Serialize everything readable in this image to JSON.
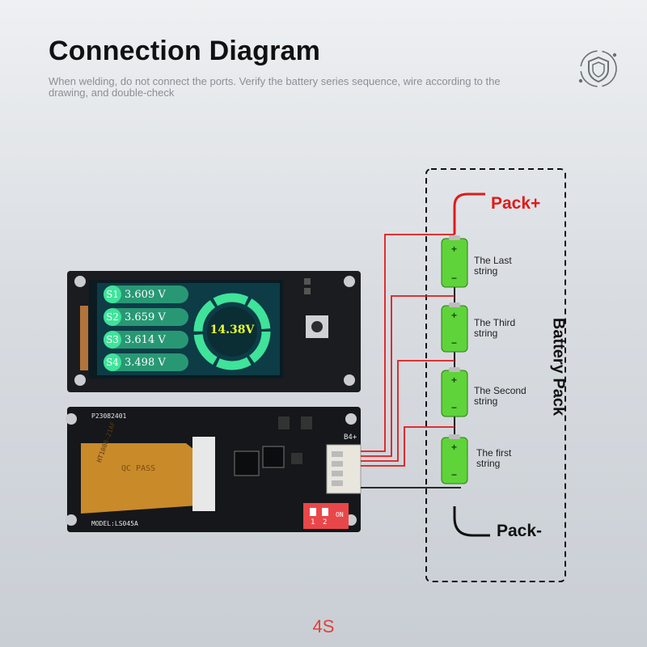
{
  "header": {
    "title": "Connection Diagram",
    "subtitle": "When welding, do not connect the ports. Verify the battery series sequence, wire according to the drawing, and double-check"
  },
  "display": {
    "cells": [
      {
        "tag": "S1",
        "value": "3.609 V"
      },
      {
        "tag": "S2",
        "value": "3.659 V"
      },
      {
        "tag": "S3",
        "value": "3.614 V"
      },
      {
        "tag": "S4",
        "value": "3.498 V"
      }
    ],
    "total": "14.38V"
  },
  "board": {
    "serial": "P23082401",
    "model": "MODEL:LS045A",
    "flex_label": "HT1000-21AF",
    "qc_sticker": "QC PASS",
    "connector_label": "B4+",
    "switch_label": "ON",
    "switch_numbers": [
      "1",
      "2"
    ]
  },
  "battery_pack": {
    "label": "Battery Pack",
    "pack_plus": "Pack+",
    "pack_minus": "Pack-",
    "cells": [
      {
        "label": "The Last\nstring"
      },
      {
        "label": "The Third\nstring"
      },
      {
        "label": "The Second\nstring"
      },
      {
        "label": "The first\nstring"
      }
    ],
    "terminal_plus": "+",
    "terminal_minus": "−"
  },
  "footer": {
    "config": "4S"
  },
  "colors": {
    "title": "#111111",
    "subtitle": "#8a8f96",
    "wire_positive": "#e01a1a",
    "wire_negative": "#111111",
    "cell_green": "#5fd33a",
    "lcd_accent": "#3fe39a",
    "lcd_total": "#e9ff33",
    "footer": "#e0403a"
  },
  "icons": {
    "badge": "shield-check-icon"
  }
}
